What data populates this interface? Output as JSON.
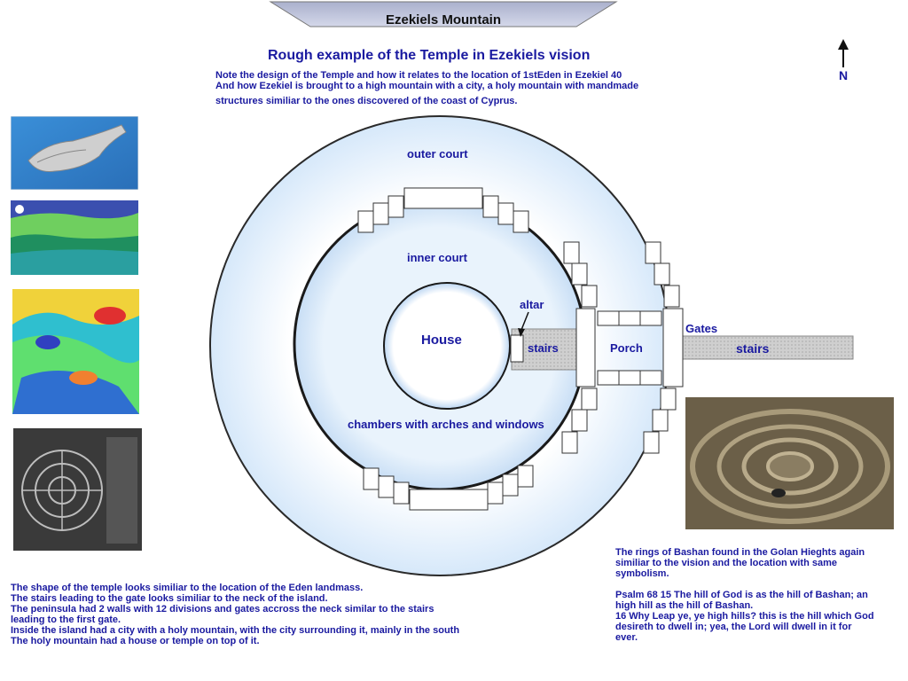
{
  "banner": {
    "title": "Ezekiels Mountain"
  },
  "heading": "Rough example of the Temple in Ezekiels vision",
  "notes": [
    "Note the design of the Temple and how it relates to the location of 1stEden in Ezekiel 40",
    "And how Ezekiel is brought to a high mountain with a city, a holy mountain with mandmade",
    "structures similiar to the ones discovered of the coast of Cyprus."
  ],
  "compass": {
    "label": "N"
  },
  "diagram": {
    "outer_court": "outer court",
    "inner_court": "inner court",
    "house": "House",
    "altar": "altar",
    "stairs_inner": "stairs",
    "porch": "Porch",
    "gates": "Gates",
    "stairs_outer": "stairs",
    "chambers": "chambers with arches and windows"
  },
  "bottom_left": [
    "The shape of the temple looks similiar to the location of the Eden landmass.",
    "The stairs leading to the gate looks similiar to the neck of the island.",
    "The peninsula had 2 walls with 12 divisions and gates accross the neck similar to the stairs",
    "leading to the first gate.",
    "Inside the island had a city with a holy mountain, with the city surrounding it, mainly in the south",
    "The holy mountain had a house or temple on top of it."
  ],
  "bottom_right": [
    "The rings of Bashan found in the Golan Hieghts again",
    "similiar to the vision and the location with same",
    "symbolism.",
    "",
    "Psalm 68 15 The hill of God is as the hill of Bashan; an",
    "high hill as the hill of Bashan.",
    "16 Why Leap ye, ye high hills? this is the hill which God",
    "desireth to dwell in; yea, the Lord will dwell in it for",
    "ever."
  ],
  "colors": {
    "text": "#1a1aa0",
    "court_fill": "#e6f1fc",
    "ring": "#2a2a2a"
  }
}
